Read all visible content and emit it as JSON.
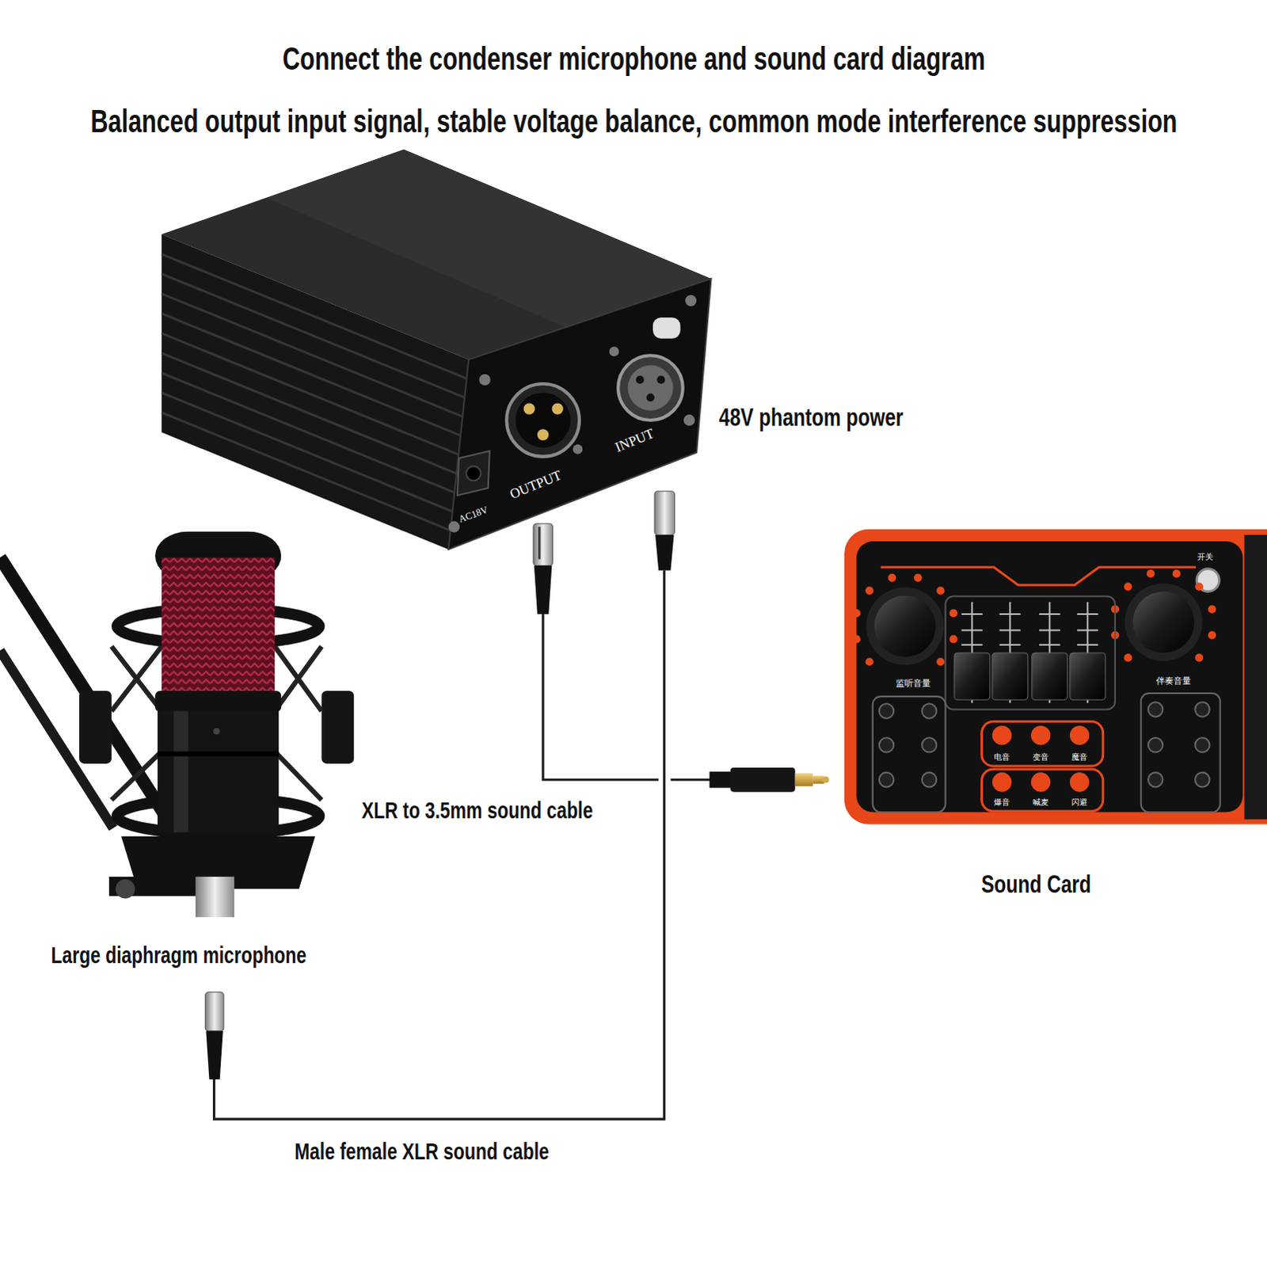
{
  "diagram": {
    "title": "Connect the condenser microphone and sound card diagram",
    "nodes": [
      {
        "text": [
          "48V phantom power"
        ]
      },
      {
        "text": [
          "Large diaphragm microphone"
        ]
      },
      {
        "text": [
          "Sound Card"
        ]
      }
    ],
    "labels": [
      "Balanced output input signal, stable voltage balance, common mode interference suppression",
      "OUTPUT",
      "INPUT",
      "AC18V",
      "XLR to 3.5mm sound cable",
      "Male female XLR sound cable",
      "开关",
      "监听音量",
      "伴奏音量",
      "电音",
      "变音",
      "魔音",
      "爆音",
      "喊麦",
      "闪避"
    ]
  }
}
